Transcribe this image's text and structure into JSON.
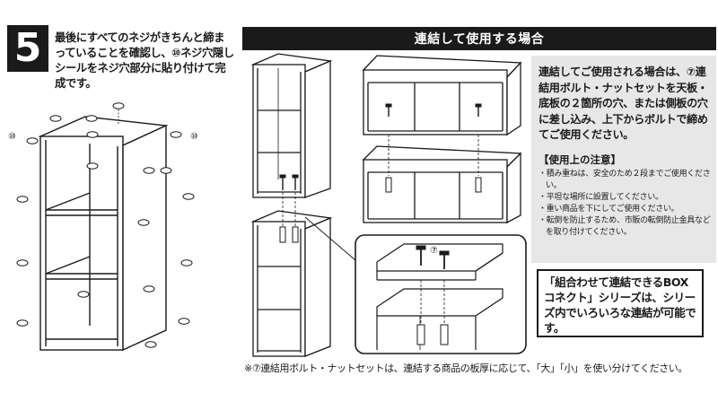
{
  "step": {
    "number": "5",
    "text": "最後にすべてのネジがきちんと締まっていることを確認し、⑩ネジ穴隠しシールをネジ穴部分に貼り付けて完成です。"
  },
  "section": {
    "title": "連結して使用する場合"
  },
  "info": {
    "intro": "連結してご使用される場合は、⑦連結用ボルト・ナットセットを天板・底板の２箇所の穴、または側板の穴に差し込み、上下からボルトで締めてご使用ください。",
    "caution_title": "【使用上の注意】",
    "cautions": [
      "・積み重ねは、安全のため２段までご使用ください。",
      "・平坦な場所に設置してください。",
      "・重い商品を下にしてご使用ください。",
      "・転倒を防止するため、市販の転倒防止金具などを取り付けてください。"
    ]
  },
  "series": {
    "text": "「組合わせて連結できるBOXコネクト」シリーズは、シリーズ内でいろいろな連結が可能です。"
  },
  "footnote": "※⑦連結用ボルト・ナットセットは、連結する商品の板厚に応じて、「大」「小」を使い分けてください。",
  "labels": {
    "part_10": "⑩",
    "part_7": "⑦"
  },
  "icons": [
    "screw-cap-seal-icon",
    "bolt-icon",
    "nut-icon"
  ]
}
